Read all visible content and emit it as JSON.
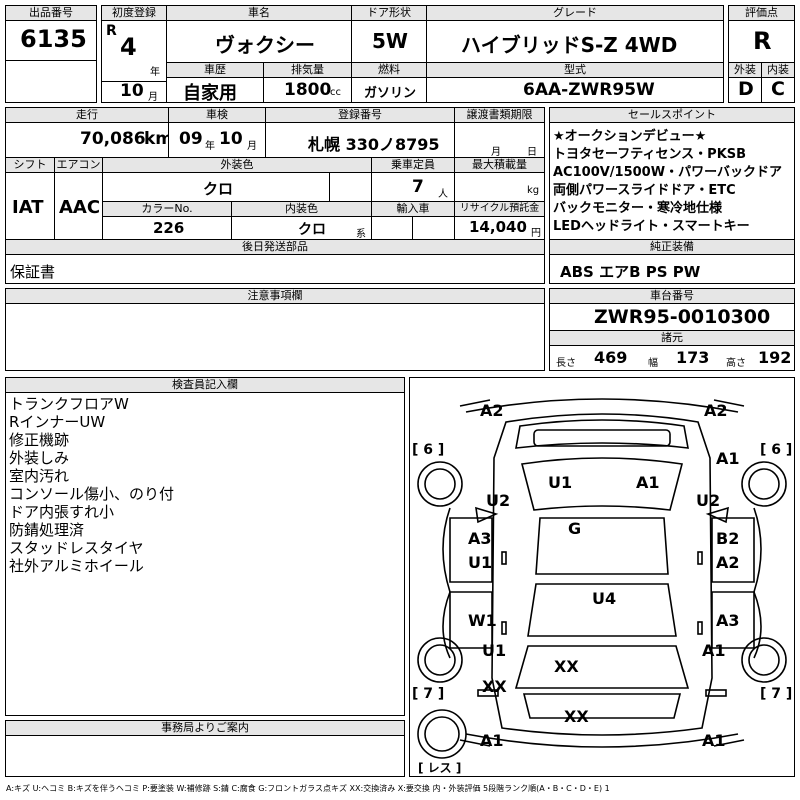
{
  "header": {
    "lot_no_label": "出品番号",
    "lot_no": "6135",
    "first_reg_label": "初度登録",
    "era": "R",
    "first_reg_year": "4",
    "year_unit": "年",
    "first_reg_month": "10",
    "month_unit": "月",
    "car_name_label": "車名",
    "car_name": "ヴォクシー",
    "door_label": "ドア形状",
    "door": "5W",
    "grade_label": "グレード",
    "grade": "ハイブリッドS-Z 4WD",
    "score_label": "評価点",
    "score": "R",
    "history_label": "車歴",
    "history": "自家用",
    "displacement_label": "排気量",
    "displacement": "1800",
    "displacement_unit": "cc",
    "fuel_label": "燃料",
    "fuel": "ガソリン",
    "model_label": "型式",
    "model": "6AA-ZWR95W",
    "exterior_label": "外装",
    "exterior_grade": "D",
    "interior_label": "内装",
    "interior_grade": "C"
  },
  "row2": {
    "mileage_label": "走行",
    "mileage": "70,086",
    "mileage_unit": "km",
    "inspection_label": "車検",
    "insp_year": "09",
    "insp_year_unit": "年",
    "insp_month": "10",
    "insp_month_unit": "月",
    "plate_label": "登録番号",
    "plate": "札幌 330ノ8795",
    "transfer_label": "譲渡書類期限",
    "transfer_month_unit": "月",
    "transfer_day_unit": "日",
    "shift_label": "シフト",
    "shift": "IAT",
    "ac_label": "エアコン",
    "ac": "AAC",
    "ext_color_label": "外装色",
    "ext_color": "クロ",
    "capacity_label": "乗車定員",
    "capacity": "7",
    "capacity_unit": "人",
    "max_load_label": "最大積載量",
    "max_load_unit": "kg",
    "color_no_label": "カラーNo.",
    "color_no": "226",
    "int_color_label": "内装色",
    "int_color": "クロ",
    "int_color_unit": "系",
    "import_label": "輸入車",
    "recycle_label": "リサイクル預託金",
    "recycle": "14,040",
    "recycle_unit": "円",
    "later_parts_label": "後日発送部品",
    "later_parts": "保証書",
    "notes_label": "注意事項欄"
  },
  "sales_points": {
    "label": "セールスポイント",
    "items": [
      "★オークションデビュー★",
      "トヨタセーフティセンス・PKSB",
      "AC100V/1500W・パワーバックドア",
      "両側パワースライドドア・ETC",
      "バックモニター・寒冷地仕様",
      "LEDヘッドライト・スマートキー"
    ],
    "equipment_label": "純正装備",
    "equipment": "ABS エアB PS PW",
    "chassis_label": "車台番号",
    "chassis": "ZWR95-0010300",
    "dims_label": "諸元",
    "length_label": "長さ",
    "length": "469",
    "width_label": "幅",
    "width": "173",
    "height_label": "高さ",
    "height": "192"
  },
  "inspector": {
    "label": "検査員記入欄",
    "items": [
      "トランクフロアW",
      "RインナーUW",
      "修正機跡",
      "外装しみ",
      "室内汚れ",
      "コンソール傷小、のり付",
      "ドア内張すれ小",
      "防錆処理済",
      "スタッドレスタイヤ",
      "社外アルミホイール"
    ]
  },
  "diagram": {
    "marks": {
      "front_left": "A2",
      "front_right": "A2",
      "tire_fl": "[ 6 ]",
      "tire_fr": "[ 6 ]",
      "hood_left": "U1",
      "hood_right": "A1",
      "fender_left": "U2",
      "fender_right": "U2",
      "fender_right_top": "A1",
      "door_fl": "A3",
      "door_fl2": "U1",
      "door_fr": "B2",
      "door_fr2": "A2",
      "roof": "G",
      "rear_floor": "U4",
      "door_rl": "W1",
      "door_rl2": "U1",
      "door_rr": "A3",
      "door_rr2": "A1",
      "cargo": "XX",
      "quarter_left": "XX",
      "tailgate": "XX",
      "tire_rl": "[ 7 ]",
      "tire_rr": "[ 7 ]",
      "rear_left": "A1",
      "rear_right": "A1",
      "spare": "[ レス ]"
    }
  },
  "office": {
    "label": "事務局よりご案内"
  },
  "legend": "A:キズ U:ヘコミ B:キズを伴うヘコミ P:要塗装 W:補修跡 S:錆 C:腐食 G:フロントガラス点キズ XX:交換済み X:要交換 内・外装評価 5段階ランク順(A・B・C・D・E) 1"
}
